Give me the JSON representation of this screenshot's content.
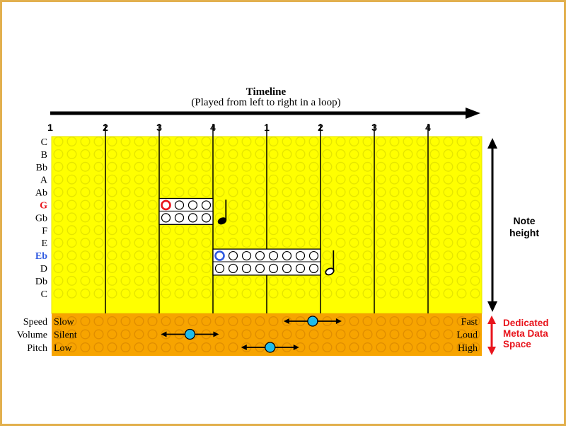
{
  "timeline": {
    "title": "Timeline",
    "subtitle": "(Played from left to right in a loop)",
    "beat_labels": [
      "1",
      "2",
      "3",
      "4",
      "1",
      "2",
      "3",
      "4"
    ]
  },
  "grid": {
    "columns": 32
  },
  "note_names": [
    "C",
    "B",
    "Bb",
    "A",
    "Ab",
    "G",
    "Gb",
    "F",
    "E",
    "Eb",
    "D",
    "Db",
    "C"
  ],
  "note_name_colors": {
    "5": "#e8141c",
    "9": "#2f5ae0"
  },
  "note_height_label": [
    "Note",
    "height"
  ],
  "notes": [
    {
      "row": 5,
      "start": 8,
      "length": 4,
      "start_color": "#e8141c",
      "symbol": "quarter"
    },
    {
      "row": 9,
      "start": 12,
      "length": 8,
      "start_color": "#2f5ae0",
      "symbol": "half"
    }
  ],
  "meta": {
    "label": [
      "Dedicated",
      "Meta Data",
      "Space"
    ],
    "rows": [
      {
        "name": "Speed",
        "low": "Slow",
        "high": "Fast",
        "value": 0.622
      },
      {
        "name": "Volume",
        "low": "Silent",
        "high": "Loud",
        "value": 0.296
      },
      {
        "name": "Pitch",
        "low": "Low",
        "high": "High",
        "value": 0.509
      }
    ]
  },
  "colors": {
    "frame": "#e2b04e",
    "note_area": "#ffff00",
    "note_area_border": "#e6e600",
    "stud_note": "#e6e600",
    "meta_area": "#f7a400",
    "stud_meta": "#e08e00",
    "meta_label": "#e8141c",
    "knob": "#1ebdeb"
  }
}
